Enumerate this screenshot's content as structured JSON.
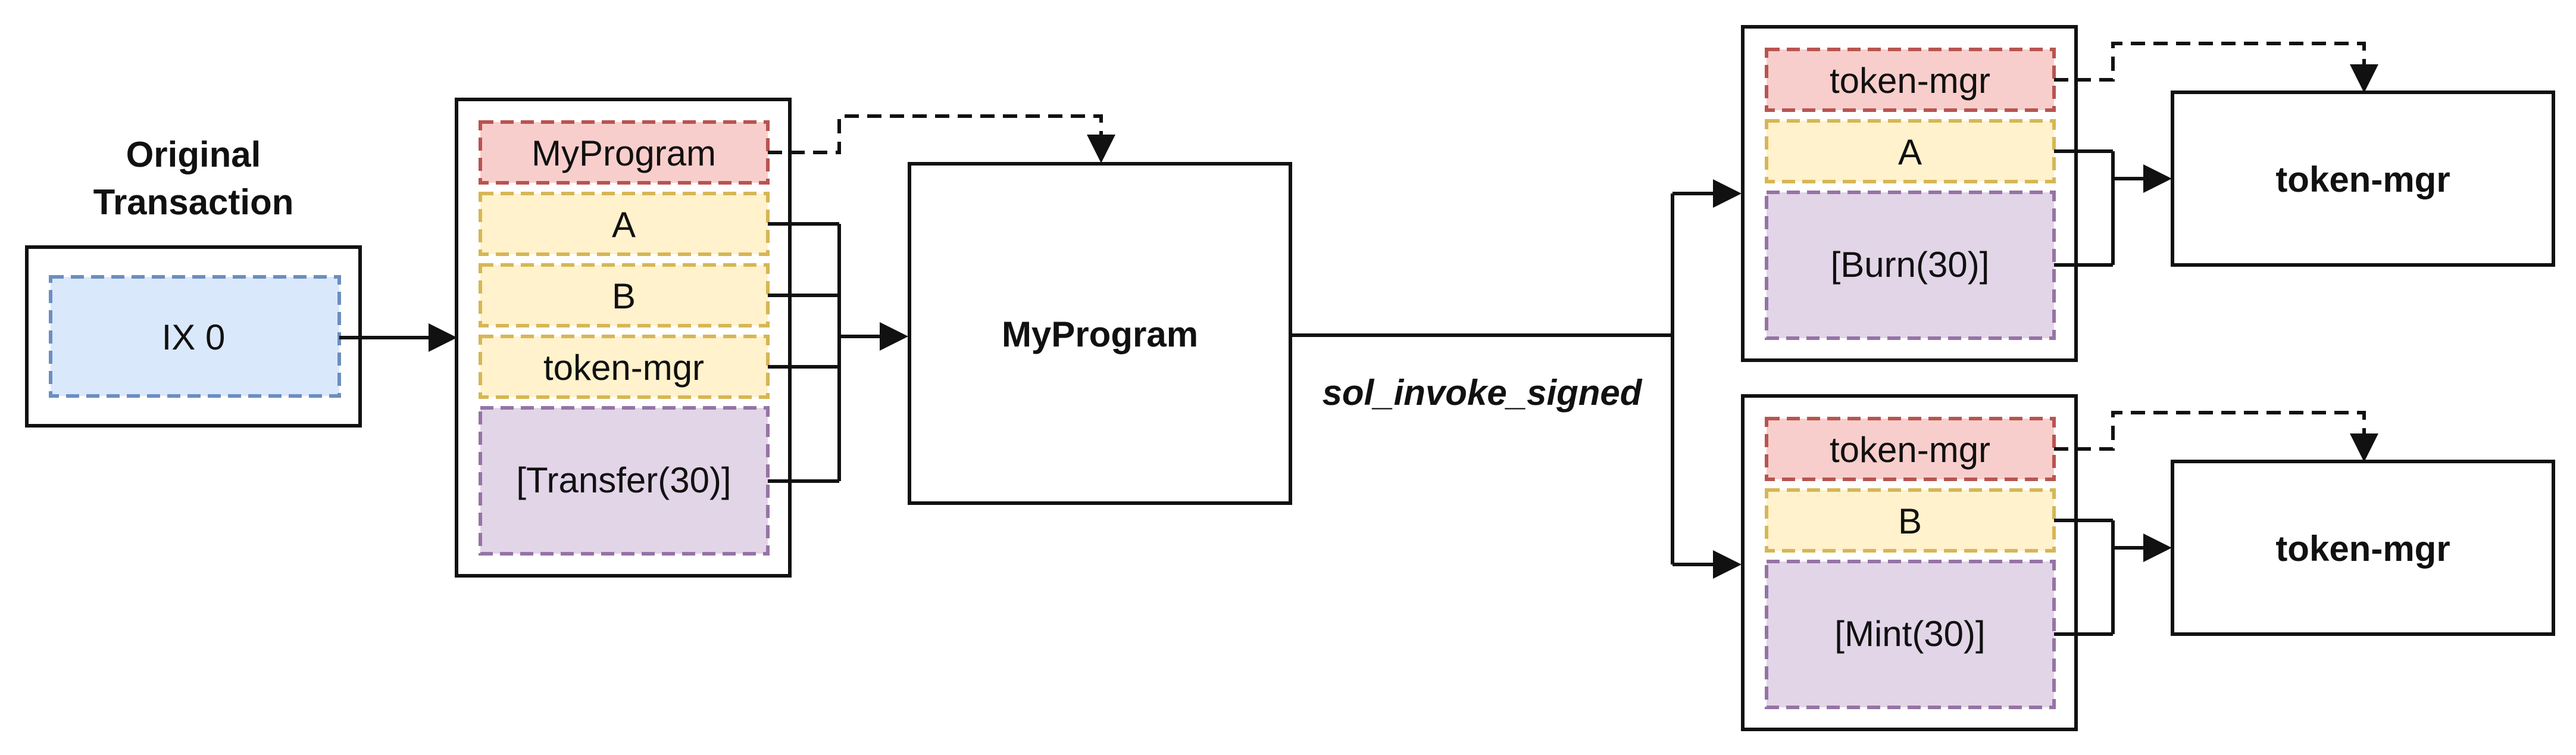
{
  "original_transaction": {
    "title_line1": "Original",
    "title_line2": "Transaction",
    "ix_label": "IX 0"
  },
  "instruction": {
    "program": "MyProgram",
    "account_a": "A",
    "account_b": "B",
    "account_token": "token-mgr",
    "data": "[Transfer(30)]"
  },
  "main_program": {
    "label": "MyProgram"
  },
  "invoke": {
    "label": "sol_invoke_signed"
  },
  "cpi_burn": {
    "program": "token-mgr",
    "account": "A",
    "data": "[Burn(30)]",
    "target": "token-mgr"
  },
  "cpi_mint": {
    "program": "token-mgr",
    "account": "B",
    "data": "[Mint(30)]",
    "target": "token-mgr"
  },
  "colors": {
    "ix_fill": "#dae8fc",
    "ix_stroke": "#6c8ebf",
    "program_fill": "#f8cecc",
    "program_stroke": "#b85450",
    "account_fill": "#fff2cc",
    "account_stroke": "#d6b656",
    "data_fill": "#e1d5e7",
    "data_stroke": "#9673a6"
  }
}
